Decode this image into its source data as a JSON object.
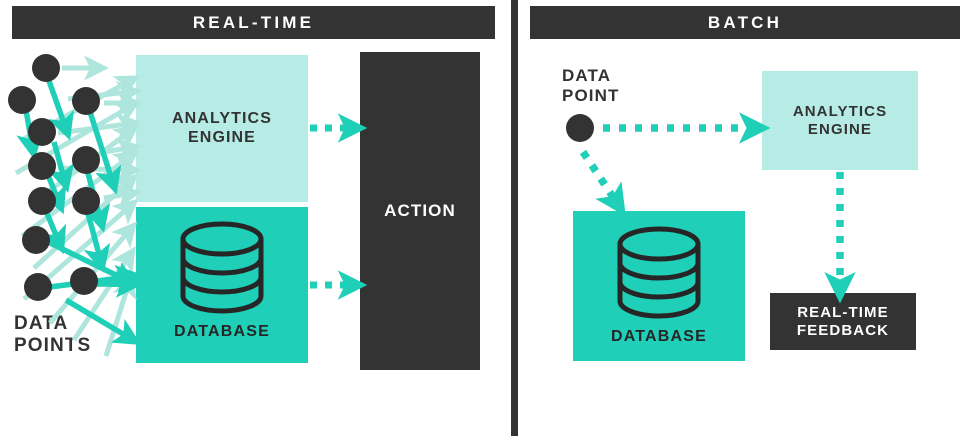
{
  "panels": {
    "left": {
      "header": "REAL-TIME",
      "datapoints_label": "DATA\nPOINTS",
      "analytics_label": "ANALYTICS\nENGINE",
      "database_label": "DATABASE",
      "action_label": "ACTION"
    },
    "right": {
      "header": "BATCH",
      "datapoint_label": "DATA\nPOINT",
      "analytics_label": "ANALYTICS\nENGINE",
      "database_label": "DATABASE",
      "feedback_label": "REAL-TIME\nFEEDBACK"
    }
  },
  "colors": {
    "dark": "#333333",
    "teal": "#1fcfb8",
    "mint": "#b6ece5",
    "dot": "#333333",
    "white": "#ffffff"
  },
  "icons": {
    "database": "database-cylinder-icon",
    "data_point_dot": "data-point-dot-icon",
    "arrow_solid": "arrow-solid-icon",
    "arrow_dashed": "arrow-dashed-icon"
  },
  "diagram_data": {
    "type": "flow-diagram",
    "left_flow": [
      {
        "from": "data-points",
        "to": "analytics-engine",
        "style": "solid"
      },
      {
        "from": "data-points",
        "to": "database",
        "style": "solid"
      },
      {
        "from": "analytics-engine",
        "to": "action",
        "style": "dashed"
      },
      {
        "from": "database",
        "to": "action",
        "style": "dashed"
      }
    ],
    "right_flow": [
      {
        "from": "data-point",
        "to": "analytics-engine",
        "style": "dashed"
      },
      {
        "from": "data-point",
        "to": "database",
        "style": "dashed"
      },
      {
        "from": "analytics-engine",
        "to": "real-time-feedback",
        "style": "dashed"
      }
    ]
  }
}
